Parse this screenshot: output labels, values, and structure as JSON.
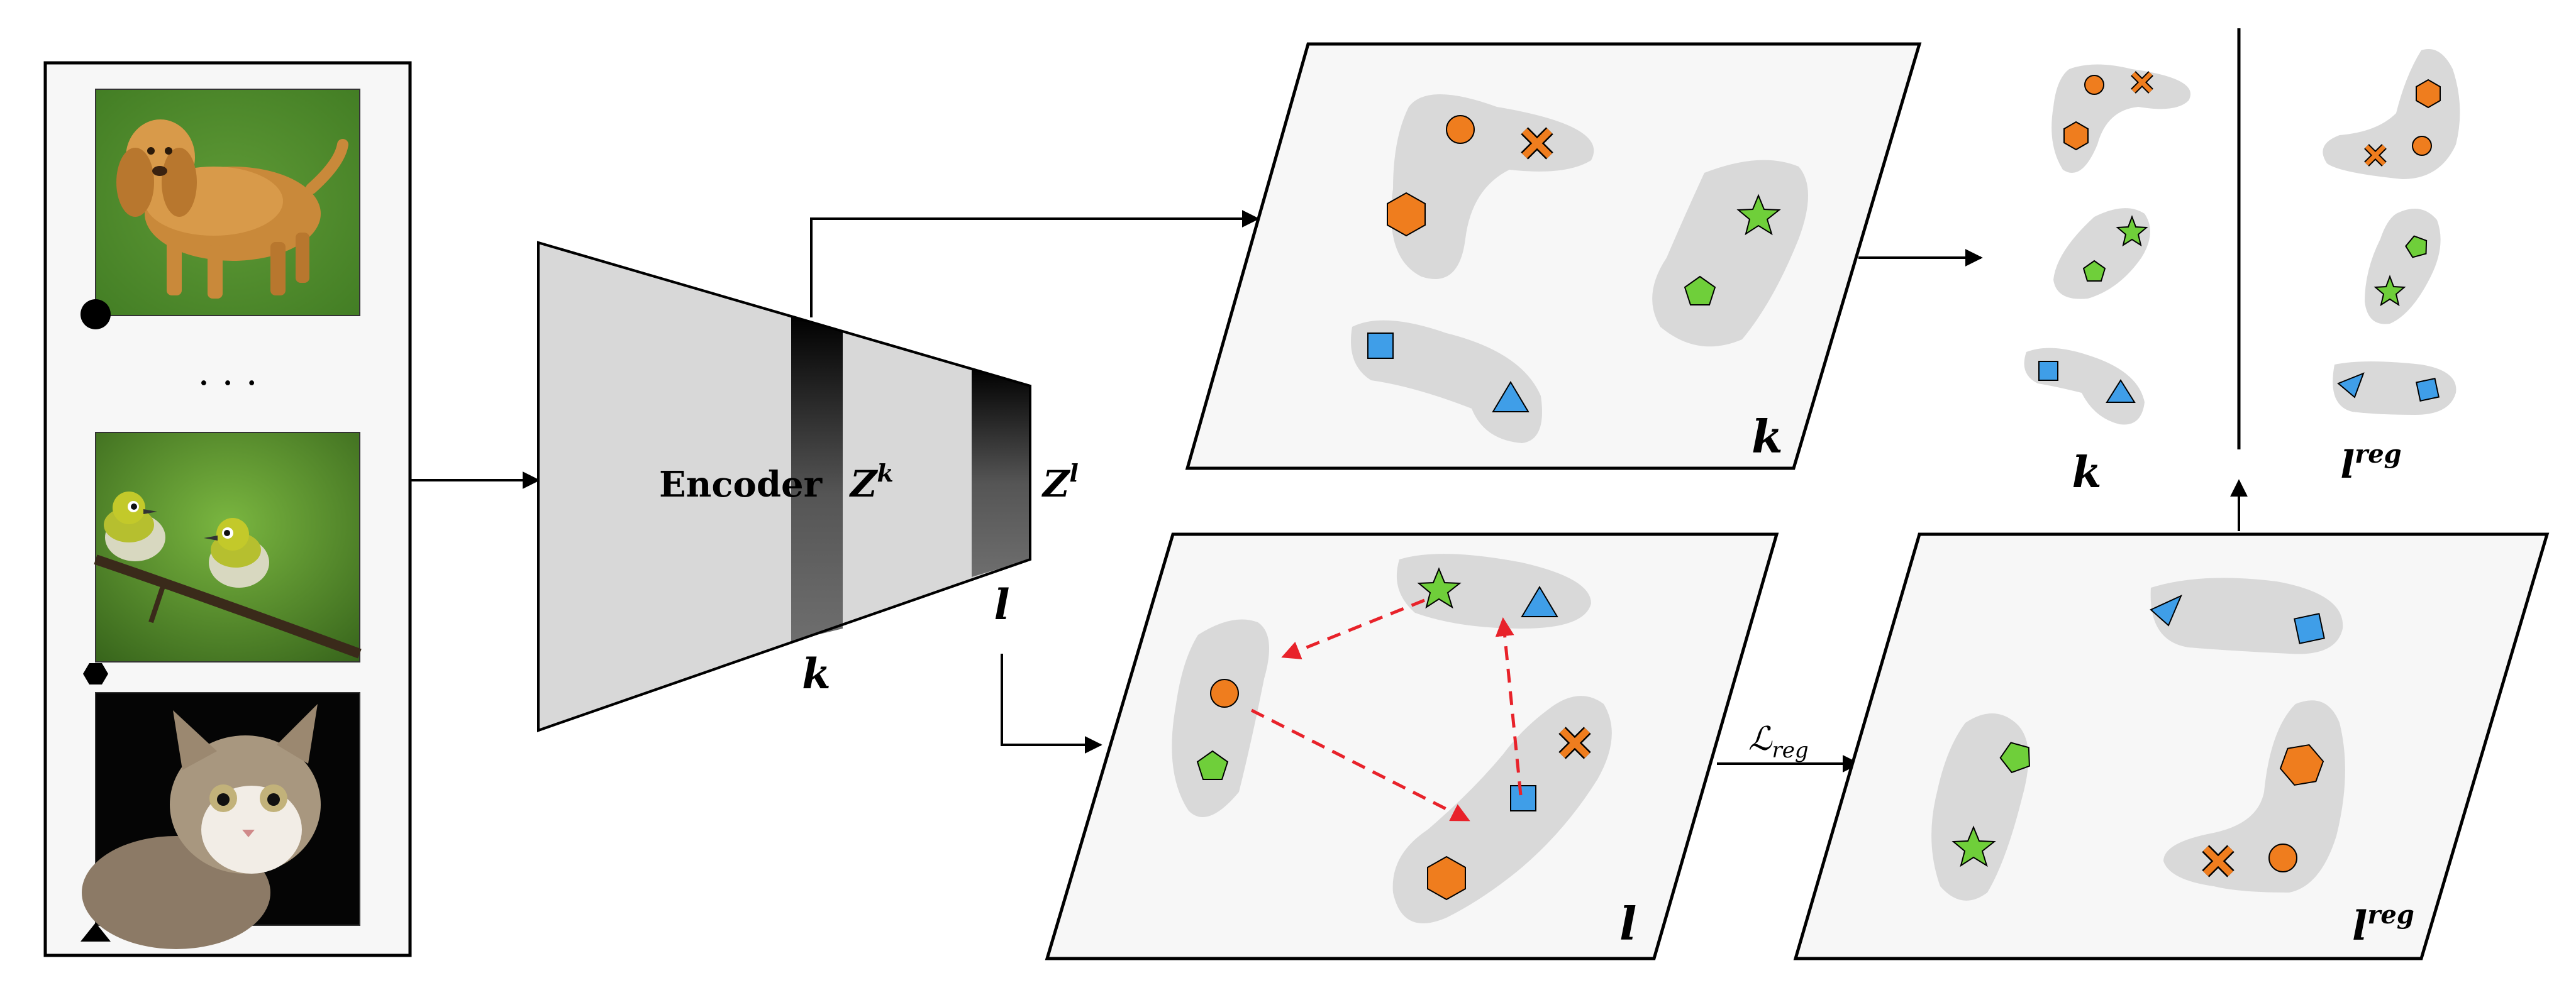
{
  "colors": {
    "orange": "#ef7d1e",
    "green": "#6fcf3a",
    "blue": "#3f9ee8",
    "cluster_gray": "#d9d9d9",
    "panel_bg": "#f7f7f7",
    "encoder_gray": "#d8d8d8",
    "edge_red": "#e8222a"
  },
  "inputs": {
    "images": [
      {
        "subject": "dog",
        "marker": "circle"
      },
      {
        "subject": "birds",
        "marker": "hexagon"
      },
      {
        "subject": "cat",
        "marker": "triangle"
      }
    ],
    "ellipsis": ". . ."
  },
  "encoder": {
    "title": "Encoder",
    "zk_base": "Z",
    "zk_sup": "k",
    "zl_base": "Z",
    "zl_sup": "l",
    "layer_k": "k",
    "layer_l": "l"
  },
  "panels": {
    "k_space": {
      "label": "k"
    },
    "l_space": {
      "label": "l"
    },
    "lreg_space": {
      "label_base": "l",
      "label_sup": "reg"
    }
  },
  "loss": {
    "base": "ℒ",
    "sub": "reg"
  },
  "comparison": {
    "left_label": "k",
    "right_label_base": "l",
    "right_label_sup": "reg"
  },
  "icons": [
    "circle-marker",
    "hexagon-marker",
    "triangle-marker",
    "x-marker",
    "star-marker",
    "pentagon-marker",
    "square-marker"
  ]
}
